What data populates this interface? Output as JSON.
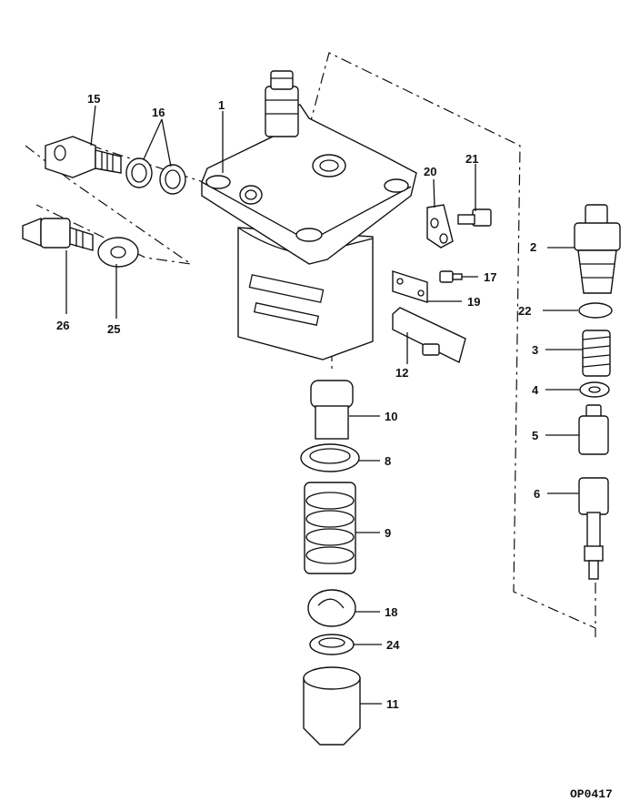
{
  "diagram": {
    "type": "exploded-parts-diagram",
    "drawing_code": "OP0417",
    "callouts": [
      "1",
      "2",
      "3",
      "4",
      "5",
      "6",
      "8",
      "9",
      "10",
      "11",
      "12",
      "15",
      "16",
      "17",
      "18",
      "19",
      "20",
      "21",
      "22",
      "24",
      "25",
      "26"
    ]
  }
}
